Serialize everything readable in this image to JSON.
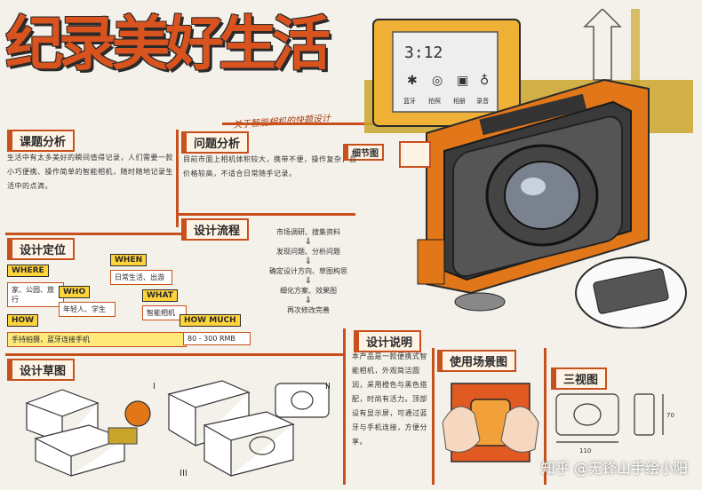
{
  "title": {
    "chars": [
      "纪",
      "录",
      "美",
      "好",
      "生",
      "活"
    ]
  },
  "subtitle": "关于智能相机的快题设计",
  "sections": {
    "topic": {
      "header": "课题分析",
      "text": "生活中有太多美好的瞬间值得记录，人们需要一款小巧便携、操作简单的智能相机，随时随地记录生活中的点滴。"
    },
    "problem": {
      "header": "问题分析",
      "text": "目前市面上相机体积较大，携带不便，操作复杂，且价格较高，不适合日常随手记录。"
    },
    "positioning": {
      "header": "设计定位",
      "where_tag": "WHERE",
      "where_text": "家、公园、旅行",
      "who_tag": "WHO",
      "who_text": "年轻人、学生",
      "when_tag": "WHEN",
      "when_text": "日常生活、出游",
      "what_tag": "WHAT",
      "what_text": "智能相机",
      "how_tag": "HOW",
      "how_text": "手持拍摄，蓝牙连接手机",
      "howmuch_tag": "HOW MUCH",
      "howmuch_text": "80 - 300 RMB"
    },
    "flow": {
      "header": "设计流程",
      "steps": [
        "市场调研、搜集资料",
        "发现问题、分析问题",
        "确定设计方向、草图构思",
        "细化方案、效果图",
        "再次修改完善"
      ]
    },
    "sketch": {
      "header": "设计草图",
      "mark_1": "I",
      "mark_2": "II",
      "mark_3": "III"
    },
    "explain": {
      "header": "设计说明",
      "text": "本产品是一款便携式智能相机，外观简洁圆润，采用橙色与黑色搭配，时尚有活力。顶部设有显示屏，可通过蓝牙与手机连接，方便分享。"
    },
    "scene": {
      "header": "使用场景图"
    },
    "views": {
      "header": "三视图",
      "dim_1": "110",
      "dim_2": "70"
    },
    "detail": {
      "label": "细节图"
    },
    "screen": {
      "time": "3:12",
      "label_bt": "蓝牙",
      "label_photo": "拍照",
      "label_album": "相册",
      "label_voice": "录音"
    }
  },
  "watermark": "知乎 @无锋山手绘小阳",
  "colors": {
    "accent": "#c8501c",
    "orange": "#f08a1c",
    "highlight": "#ffd43b",
    "dark": "#2a2a2a"
  }
}
